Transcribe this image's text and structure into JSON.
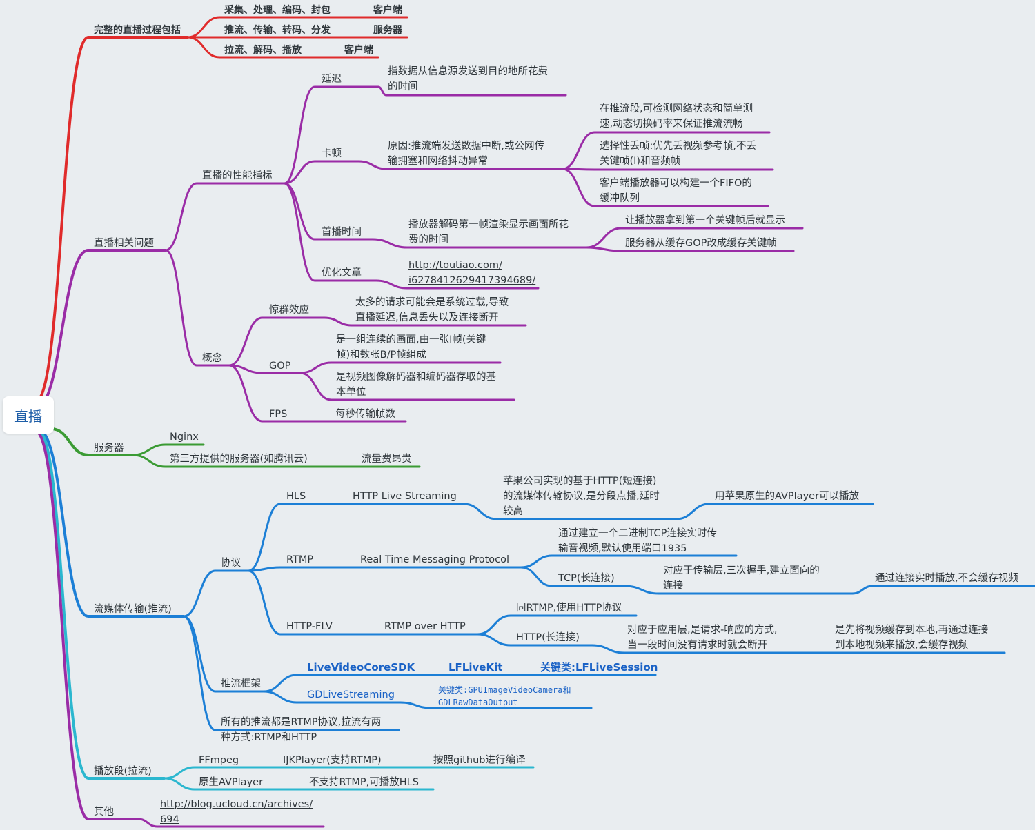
{
  "root": "直播",
  "colors": {
    "red": "#e02b2b",
    "purple": "#9a2ca6",
    "green": "#3b9b34",
    "blue": "#1c7fd6",
    "cyan": "#2bb7cf"
  },
  "branches": {
    "live_process": {
      "label": "完整的直播过程包括",
      "items": [
        {
          "step": "采集、处理、编码、封包",
          "side": "客户端"
        },
        {
          "step": "推流、传输、转码、分发",
          "side": "服务器"
        },
        {
          "step": "拉流、解码、播放",
          "side": "客户端"
        }
      ]
    },
    "issues": {
      "label": "直播相关问题",
      "performance": {
        "label": "直播的性能指标",
        "delay": {
          "label": "延迟",
          "desc": "指数据从信息源发送到目的地所花费\n的时间"
        },
        "stutter": {
          "label": "卡顿",
          "desc": "原因:推流端发送数据中断,或公网传\n输拥塞和网络抖动异常",
          "solutions": [
            "在推流段,可检测网络状态和简单测\n速,动态切换码率来保证推流流畅",
            "选择性丢帧:优先丢视频参考帧,不丢\n关键帧(I)和音频帧",
            "客户端播放器可以构建一个FIFO的\n缓冲队列"
          ]
        },
        "first_frame": {
          "label": "首播时间",
          "desc": "播放器解码第一帧渲染显示画面所花\n费的时间",
          "solutions": [
            "让播放器拿到第一个关键帧后就显示",
            "服务器从缓存GOP改成缓存关键帧"
          ]
        },
        "article": {
          "label": "优化文章",
          "url": "http://toutiao.com/\ni6278412629417394689/"
        }
      },
      "concepts": {
        "label": "概念",
        "herd": {
          "label": "惊群效应",
          "desc": "太多的请求可能会是系统过载,导致\n直播延迟,信息丢失以及连接断开"
        },
        "gop": {
          "label": "GOP",
          "descs": [
            "是一组连续的画面,由一张I帧(关键\n帧)和数张B/P帧组成",
            "是视频图像解码器和编码器存取的基\n本单位"
          ]
        },
        "fps": {
          "label": "FPS",
          "desc": "每秒传输帧数"
        }
      }
    },
    "server": {
      "label": "服务器",
      "nginx": "Nginx",
      "third_party": "第三方提供的服务器(如腾讯云)",
      "third_party_note": "流量费昂贵"
    },
    "streaming": {
      "label": "流媒体传输(推流)",
      "protocol": {
        "label": "协议",
        "hls": {
          "label": "HLS",
          "full": "HTTP Live Streaming",
          "desc": "苹果公司实现的基于HTTP(短连接)\n的流媒体传输协议,是分段点播,延时\n较高",
          "note": "用苹果原生的AVPlayer可以播放"
        },
        "rtmp": {
          "label": "RTMP",
          "full": "Real Time Messaging Protocol",
          "desc": "通过建立一个二进制TCP连接实时传\n输音视频,默认使用端口1935",
          "tcp": "TCP(长连接)",
          "tcp_desc": "对应于传输层,三次握手,建立面向的\n连接",
          "tcp_note": "通过连接实时播放,不会缓存视频"
        },
        "flv": {
          "label": "HTTP-FLV",
          "full": "RTMP over HTTP",
          "desc": "同RTMP,使用HTTP协议",
          "http": "HTTP(长连接)",
          "http_desc": "对应于应用层,是请求-响应的方式,\n当一段时间没有请求时就会断开",
          "http_note": "是先将视频缓存到本地,再通过连接\n到本地视频来播放,会缓存视频"
        }
      },
      "frameworks": {
        "label": "推流框架",
        "sdk": "LiveVideoCoreSDK",
        "lfkit": "LFLiveKit",
        "lfkit_class": "关键类:LFLiveSession",
        "gd": "GDLiveStreaming",
        "gd_class": "关键类:GPUImageVideoCamera和\nGDLRawDataOutput"
      },
      "note": "所有的推流都是RTMP协议,拉流有两\n种方式:RTMP和HTTP"
    },
    "playback": {
      "label": "播放段(拉流)",
      "ffmpeg": "FFmpeg",
      "ijk": "IJKPlayer(支持RTMP)",
      "ijk_note": "按照github进行编译",
      "avplayer": "原生AVPlayer",
      "avplayer_note": "不支持RTMP,可播放HLS"
    },
    "other": {
      "label": "其他",
      "url": "http://blog.ucloud.cn/archives/\n694"
    }
  }
}
